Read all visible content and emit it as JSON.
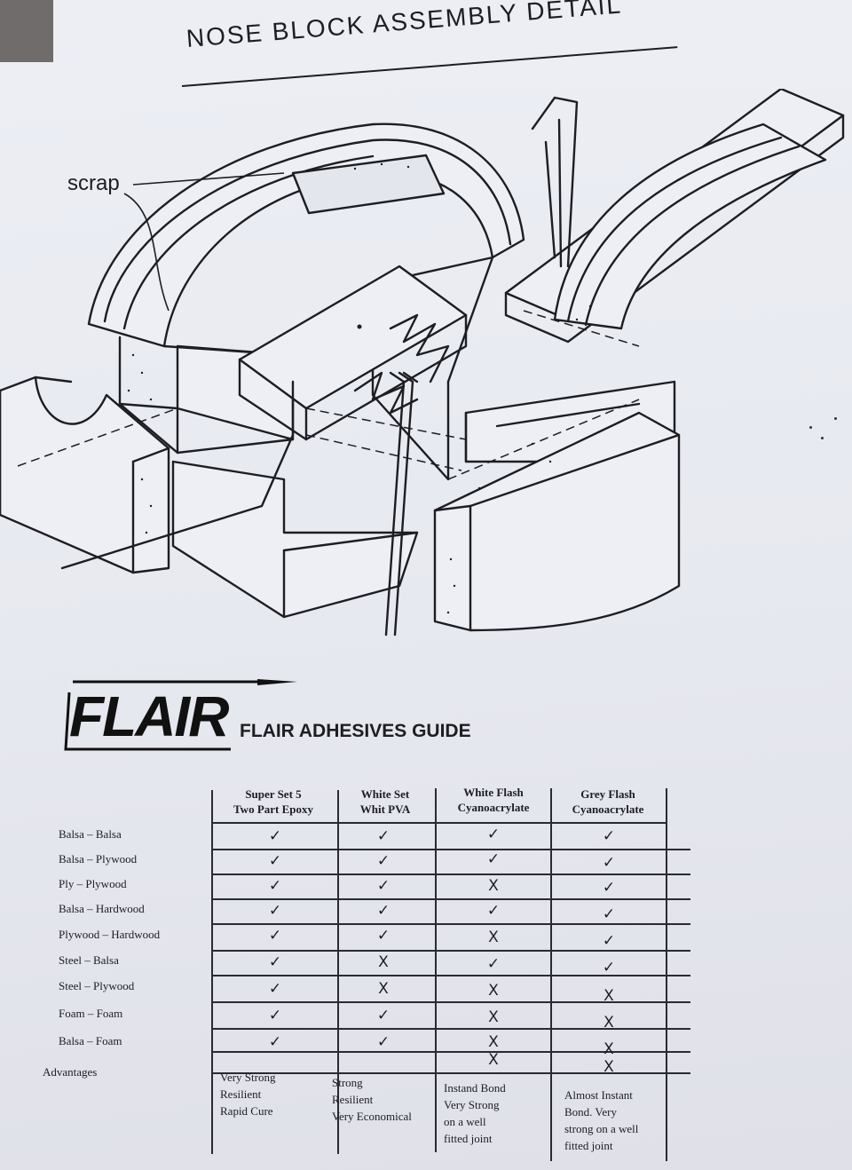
{
  "document": {
    "title": "NOSE BLOCK ASSEMBLY DETAIL",
    "drawing_label": "scrap",
    "logo_text": "FLAIR",
    "guide_title": "FLAIR ADHESIVES GUIDE"
  },
  "table": {
    "columns": [
      {
        "line1": "Super Set 5",
        "line2": "Two Part Epoxy"
      },
      {
        "line1": "White Set",
        "line2": "Whit PVA"
      },
      {
        "line1": "White Flash",
        "line2": "Cyanoacrylate"
      },
      {
        "line1": "Grey Flash",
        "line2": "Cyanoacrylate"
      }
    ],
    "rows": [
      {
        "label": "Balsa – Balsa",
        "cells": [
          "✓",
          "✓",
          "✓",
          "✓"
        ]
      },
      {
        "label": "Balsa – Plywood",
        "cells": [
          "✓",
          "✓",
          "✓",
          "✓"
        ]
      },
      {
        "label": "Ply – Plywood",
        "cells": [
          "✓",
          "✓",
          "X",
          "✓"
        ]
      },
      {
        "label": "Balsa – Hardwood",
        "cells": [
          "✓",
          "✓",
          "✓",
          "✓"
        ]
      },
      {
        "label": "Plywood – Hardwood",
        "cells": [
          "✓",
          "✓",
          "X",
          "✓"
        ]
      },
      {
        "label": "Steel – Balsa",
        "cells": [
          "✓",
          "X",
          "✓",
          "✓"
        ]
      },
      {
        "label": "Steel – Plywood",
        "cells": [
          "✓",
          "X",
          "X",
          "X"
        ]
      },
      {
        "label": "Foam – Foam",
        "cells": [
          "✓",
          "✓",
          "X",
          "X"
        ]
      },
      {
        "label": "Balsa – Foam",
        "cells": [
          "✓",
          "✓",
          "X",
          "X"
        ]
      }
    ],
    "advantages_label": "Advantages",
    "advantages": [
      [
        "Very Strong",
        "Resilient",
        "Rapid Cure"
      ],
      [
        "Strong",
        "Resilient",
        "Very Economical"
      ],
      [
        "Instand Bond",
        "Very Strong",
        "on a well",
        "fitted joint"
      ],
      [
        "Almost Instant",
        "Bond. Very",
        "strong on a well",
        "fitted joint"
      ]
    ],
    "extra_x_last_col": "X",
    "extra_x_col3": "X"
  }
}
